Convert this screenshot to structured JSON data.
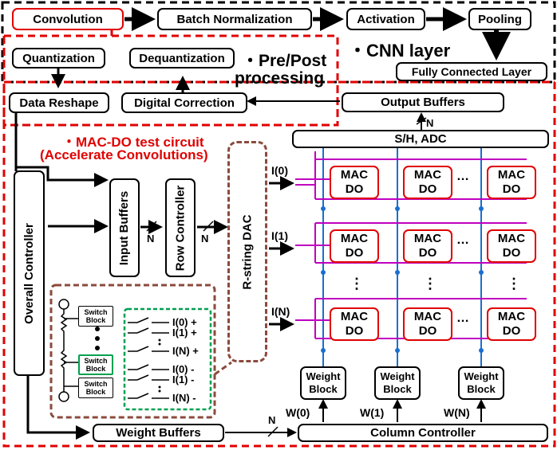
{
  "cnn": {
    "convolution": "Convolution",
    "batch_norm": "Batch Normalization",
    "activation": "Activation",
    "pooling": "Pooling",
    "fully_connected": "Fully Connected Layer",
    "label": "・CNN layer"
  },
  "prepost": {
    "quantization": "Quantization",
    "dequantization": "Dequantization",
    "data_reshape": "Data Reshape",
    "digital_correction": "Digital Correction",
    "label_line1": "・Pre/Post",
    "label_line2": "processing"
  },
  "macdo": {
    "title_line1": "・MAC-DO test circuit",
    "title_line2": "(Accelerate Convolutions)",
    "overall_controller": "Overall Controller",
    "input_buffers": "Input Buffers",
    "row_controller": "Row Controller",
    "dac": "R-string DAC",
    "output_buffers": "Output Buffers",
    "sh_adc": "S/H, ADC",
    "weight_buffers": "Weight Buffers",
    "column_controller": "Column Controller",
    "mac_line1": "MAC",
    "mac_line2": "DO",
    "weight_block_line1": "Weight",
    "weight_block_line2": "Block",
    "inputs": [
      "I(0)",
      "I(1)",
      "I(N)"
    ],
    "weights": [
      "W(0)",
      "W(1)",
      "W(N)"
    ],
    "bus_n": "N",
    "ellipsis_h": "…",
    "ellipsis_v": "⋮"
  },
  "dac_detail": {
    "switch_block_line1": "Switch",
    "switch_block_line2": "Block",
    "outputs": [
      "I(0) +",
      "I(1) +",
      "I(N) +",
      "I(0) -",
      "I(1) -",
      "I(N) -"
    ]
  },
  "colors": {
    "red": "#e00000",
    "brown": "#8b4a3c",
    "green": "#00a050",
    "blue": "#1a6fd0",
    "magenta": "#c000c0"
  }
}
